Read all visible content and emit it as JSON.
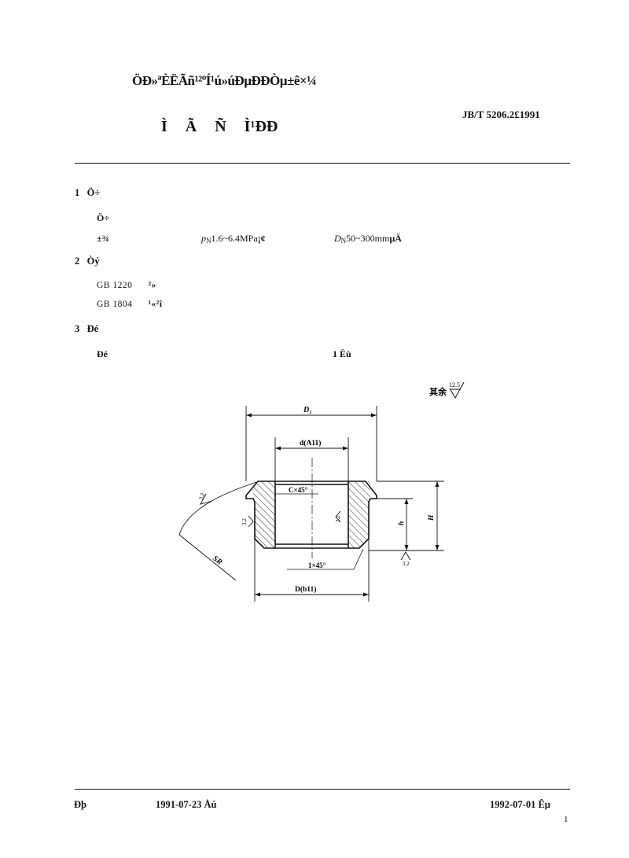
{
  "header": {
    "title": "ÖÐ»ªÈËÃñ¹²ºÍ¹ú»úÐµÐÐÒµ±ê×¼",
    "standard_no": "JB/T  5206.2£­1991",
    "doc_name": "Ì  Ã  Ñ  Ì¹ÐÐ"
  },
  "sections": {
    "s1": {
      "num": "1",
      "title": "Ö÷"
    },
    "s1_line1": "Ö÷",
    "s1_line2_prefix": "±¾",
    "s1_pn_sym": "p",
    "s1_pn_sub": "N",
    "s1_pn_value": "1.6~6.4MPa",
    "s1_pn_mark": "¡¢",
    "s1_dn_sym": "D",
    "s1_dn_sub": "N",
    "s1_dn_value": "50~300mm",
    "s1_dn_mark": "µÄ",
    "s2": {
      "num": "2",
      "title": "Òý"
    },
    "refs": [
      {
        "code": "GB  1220",
        "mark": "²»"
      },
      {
        "code": "GB  1804",
        "mark": "¹«²î"
      }
    ],
    "s3": {
      "num": "3",
      "title": "Ðé"
    },
    "s3_line1": "Ðé",
    "s3_fig_ref": "1 Ëù"
  },
  "drawing": {
    "roughness_note": "其余",
    "roughness_value": "12.5",
    "dim_D1": "D₁",
    "dim_d": "d(A11)",
    "chamfer_top": "C×45°",
    "dim_h": "h",
    "dim_H": "H",
    "chamfer_bottom": "1×45°",
    "dim_SR": "SR",
    "dim_D": "D(b11)",
    "rough_left_upper": "3.2",
    "rough_left_mid": "3.2",
    "rough_inner": "3.2",
    "rough_bottom": "3.2"
  },
  "footer": {
    "left": "Ðþ",
    "issued": "1991-07-23  Åú",
    "effective": "1992-07-01  Êµ",
    "page": "1"
  }
}
